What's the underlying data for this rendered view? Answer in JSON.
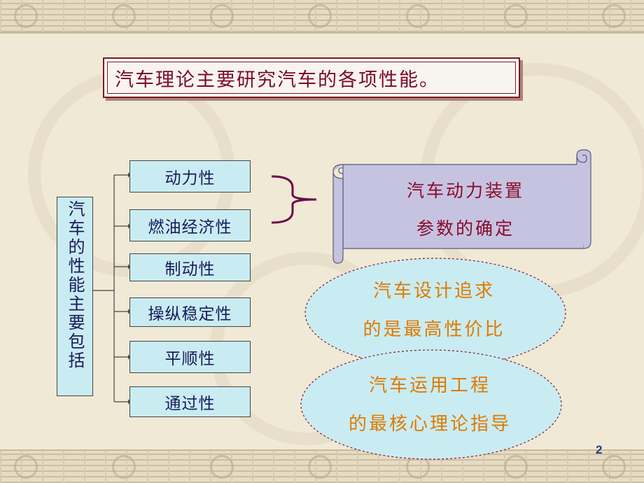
{
  "title": "汽车理论主要研究汽车的各项性能。",
  "vertical_label": "汽车的性能主要包括",
  "items": [
    "动力性",
    "燃油经济性",
    "制动性",
    "操纵稳定性",
    "平顺性",
    "通过性"
  ],
  "scroll": {
    "line1": "汽车动力装置",
    "line2": "参数的确定"
  },
  "ellipse1": {
    "line1": "汽车设计追求",
    "line2": "的是最高性价比"
  },
  "ellipse2": {
    "line1": "汽车运用工程",
    "line2": "的最核心理论指导"
  },
  "page_number": "2",
  "colors": {
    "box_fill": "#c9ecf2",
    "title_text": "#7a0a2a",
    "item_text": "#1a1a5a",
    "scroll_fill": "#c6c3e0",
    "ellipse_text": "#e07a00",
    "brace": "#6a0a4a",
    "page_number": "#1f3a8a"
  }
}
